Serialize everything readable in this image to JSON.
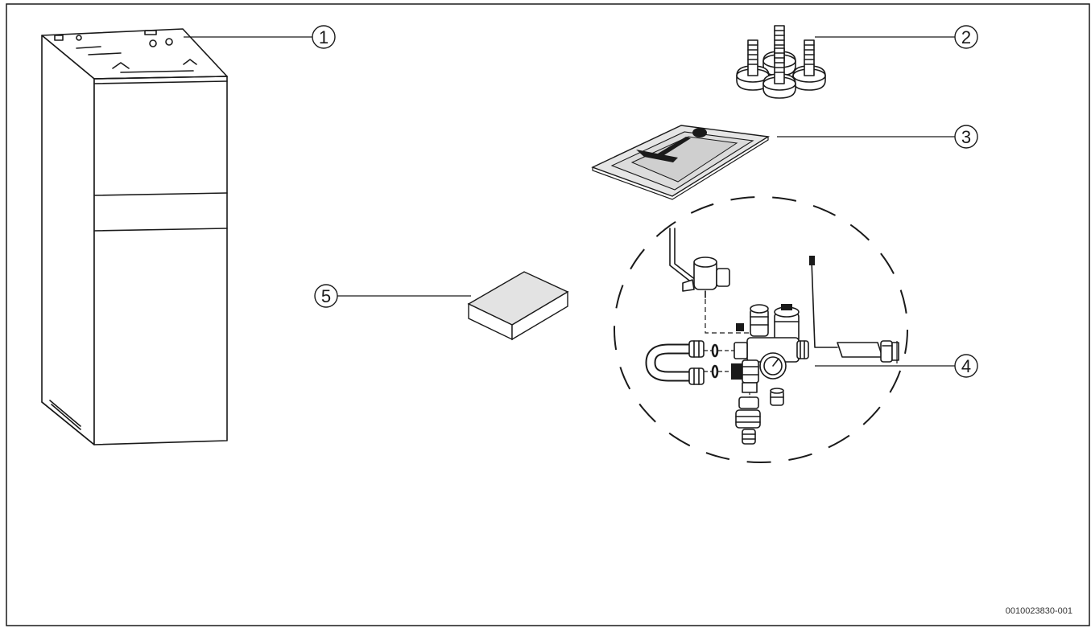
{
  "figure": {
    "reference_code": "0010023830-001",
    "callouts": [
      {
        "number": "1",
        "item": "boiler-unit"
      },
      {
        "number": "2",
        "item": "adjustable-feet"
      },
      {
        "number": "3",
        "item": "documentation-pack"
      },
      {
        "number": "4",
        "item": "connection-kit"
      },
      {
        "number": "5",
        "item": "accessory-box"
      }
    ]
  }
}
